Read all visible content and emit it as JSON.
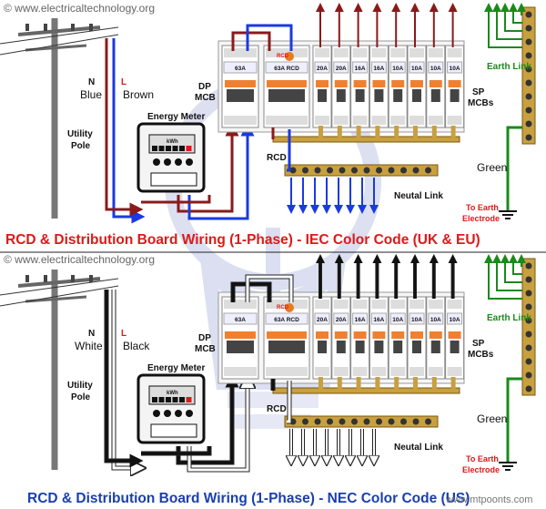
{
  "watermark": "© www.electricaltechnology.org",
  "footer_watermark": "www.mtpoonts.com",
  "colors": {
    "title_red": "#e01818",
    "title_blue": "#1a3fb0",
    "line_blue": "#1a3ae0",
    "line_brown": "#8a1a1a",
    "line_green": "#1a8a1a",
    "line_black": "#111111",
    "line_white": "#ffffff",
    "busbar": "#c8a040",
    "rcd_orange": "#e87a20"
  },
  "top": {
    "title_part1": "RCD & Distribution Board Wiring (1-Phase) - ",
    "title_part2": "IEC Color Code (UK & EU)",
    "neutral_label": "N",
    "neutral_color_name": "Blue",
    "live_label": "L",
    "live_color_name": "Brown",
    "utility_pole_line1": "Utility",
    "utility_pole_line2": "Pole",
    "energy_meter": "Energy Meter",
    "kwh": "kWh",
    "dp_mcb_line1": "DP",
    "dp_mcb_line2": "MCB",
    "rcd": "RCD",
    "rcd_small": "RCD",
    "neutral_link": "Neutal Link",
    "earth_link": "Earth Link",
    "sp_mcbs_line1": "SP",
    "sp_mcbs_line2": "MCBs",
    "green": "Green",
    "to_earth_line1": "To Earth",
    "to_earth_line2": "Electrode",
    "dp_rating": "63A",
    "rcd_rating": "63A RCD",
    "mcb_ratings": [
      "20A",
      "20A",
      "16A",
      "16A",
      "10A",
      "10A",
      "10A",
      "10A"
    ]
  },
  "bottom": {
    "title_part1": "RCD & Distribution Board Wiring (1-Phase) - ",
    "title_part2": "NEC Color Code (US)",
    "neutral_label": "N",
    "neutral_color_name": "White",
    "live_label": "L",
    "live_color_name": "Black",
    "utility_pole_line1": "Utility",
    "utility_pole_line2": "Pole",
    "energy_meter": "Energy Meter",
    "kwh": "kWh",
    "dp_mcb_line1": "DP",
    "dp_mcb_line2": "MCB",
    "rcd": "RCD",
    "rcd_small": "RCD",
    "neutral_link": "Neutal Link",
    "earth_link": "Earth Link",
    "sp_mcbs_line1": "SP",
    "sp_mcbs_line2": "MCBs",
    "green": "Green",
    "to_earth_line1": "To Earth",
    "to_earth_line2": "Electrode",
    "dp_rating": "63A",
    "rcd_rating": "63A RCD",
    "mcb_ratings": [
      "20A",
      "20A",
      "16A",
      "16A",
      "10A",
      "10A",
      "10A",
      "10A"
    ]
  }
}
